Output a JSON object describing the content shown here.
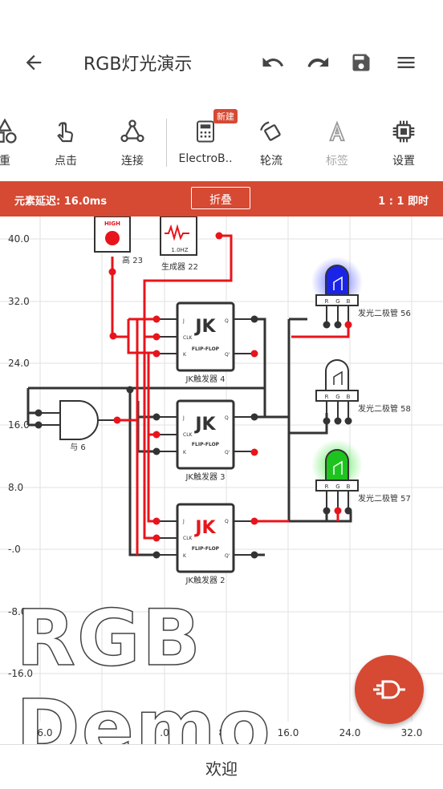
{
  "appbar": {
    "title": "RGB灯光演示",
    "back_icon": "arrow-left-icon",
    "undo_icon": "undo-icon",
    "redo_icon": "redo-icon",
    "save_icon": "save-icon",
    "menu_icon": "menu-icon"
  },
  "toolbar": {
    "items": [
      {
        "label": "重",
        "icon": "shapes-icon"
      },
      {
        "label": "点击",
        "icon": "touch-icon"
      },
      {
        "label": "连接",
        "icon": "connect-icon"
      },
      {
        "label": "ElectroB..",
        "icon": "calculator-icon",
        "badge": "新建"
      },
      {
        "label": "轮流",
        "icon": "rotate-icon"
      },
      {
        "label": "标签",
        "icon": "label-icon"
      },
      {
        "label": "设置",
        "icon": "chip-icon"
      }
    ]
  },
  "status": {
    "delay": "元素延迟: 16.0ms",
    "fold_button": "折叠",
    "speed": "1 : 1 即时"
  },
  "axes": {
    "y_ticks": [
      "40.0",
      "32.0",
      "24.0",
      "16.0",
      "8.0",
      "-.0",
      "-8.0",
      "-16.0"
    ],
    "x_ticks": [
      "-16.0",
      "-8.0",
      ".0",
      "8.0",
      "16.0",
      "24.0",
      "32.0"
    ]
  },
  "components": {
    "high_label": "HIGH",
    "high_name": "高 23",
    "gen_freq": "1.0HZ",
    "gen_name": "生成器 22",
    "and_name": "与 6",
    "ff_big": "JK",
    "ff_sub": "FLIP-FLOP",
    "pin_j": "J",
    "pin_clk": "CLK",
    "pin_k": "K",
    "pin_q": "Q",
    "pin_qn": "Q'",
    "ff_top_name": "JK触发器 4",
    "ff_mid_name": "JK触发器 3",
    "ff_bot_name": "JK触发器 2",
    "led_r": "R",
    "led_g": "G",
    "led_b": "B",
    "led1_name": "发光二极管 56",
    "led2_name": "发光二极管 58",
    "led3_name": "发光二极管 57"
  },
  "watermark": "RGB Demo",
  "bottom": {
    "label": "欢迎"
  },
  "fab": {
    "icon": "logic-gate-icon"
  },
  "colors": {
    "accent": "#d64933",
    "wire_high": "#e8141b",
    "wire_low": "#333333",
    "led_blue": "#1a24e8",
    "led_green": "#1ec41e"
  }
}
